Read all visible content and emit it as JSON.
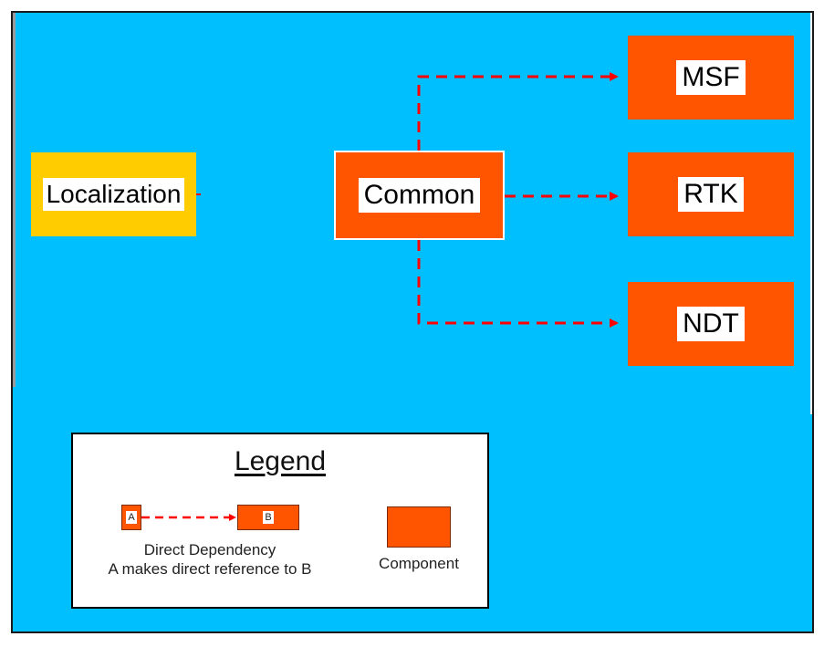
{
  "nodes": {
    "localization": "Localization",
    "common": "Common",
    "msf": "MSF",
    "rtk": "RTK",
    "ndt": "NDT"
  },
  "legend": {
    "title": "Legend",
    "a_label": "A",
    "b_label": "B",
    "dependency_line1": "Direct Dependency",
    "dependency_line2": "A makes direct reference to B",
    "component_label": "Component"
  },
  "colors": {
    "background": "#00bfff",
    "component": "#ff5500",
    "localization": "#ffcc00",
    "dependency_arrow": "#ff0000"
  }
}
